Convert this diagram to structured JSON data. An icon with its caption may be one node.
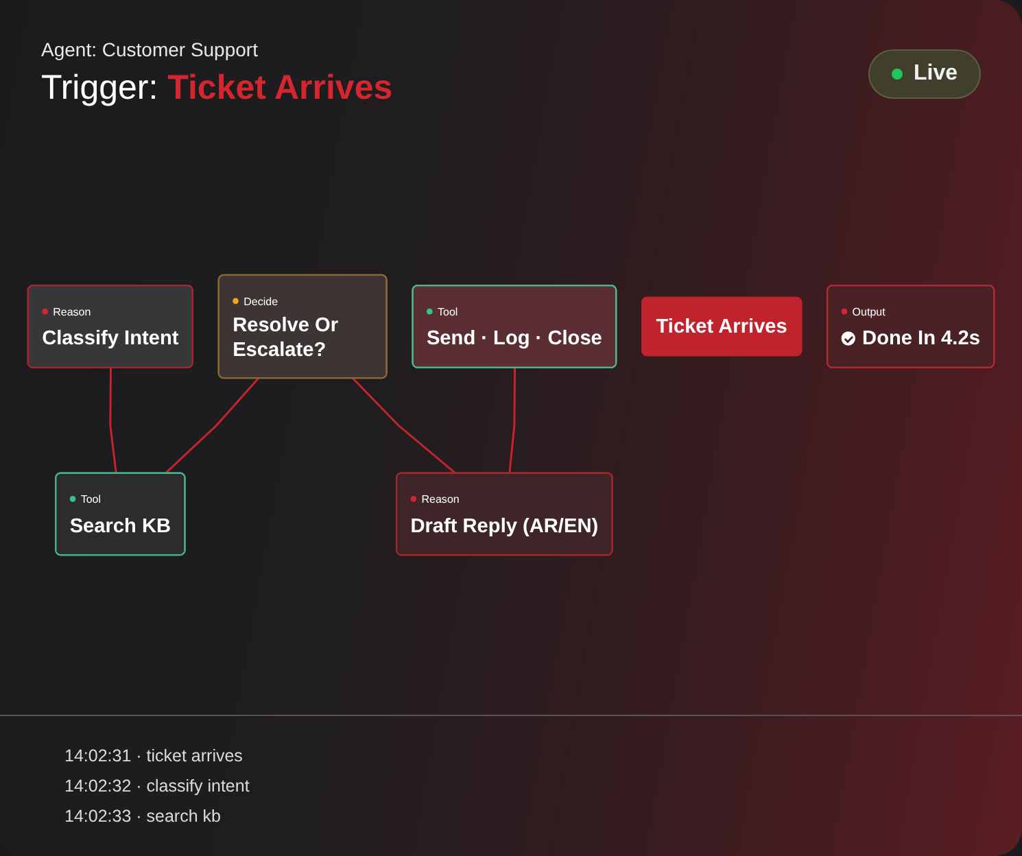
{
  "diagram": {
    "title": "Trigger: **Ticket Arrives**",
    "nodes": [
      {
        "text": [
          "Reason",
          "Classify Intent"
        ]
      },
      {
        "text": [
          "Decide",
          "Resolve Or Escalate?"
        ]
      },
      {
        "text": [
          "Tool",
          "Send · Log · Close"
        ]
      },
      {
        "text": [
          "Ticket Arrives"
        ]
      },
      {
        "text": [
          "Output",
          "Done In 4.2s"
        ]
      },
      {
        "text": [
          "Tool",
          "Search KB"
        ]
      },
      {
        "text": [
          "Reason",
          "Draft Reply (AR/EN)"
        ]
      }
    ],
    "edges": [
      {
        "from": 0,
        "to": 5,
        "arrow": "none"
      },
      {
        "from": 1,
        "to": 5,
        "arrow": "none"
      },
      {
        "from": 1,
        "to": 6,
        "arrow": "none"
      },
      {
        "from": 2,
        "to": 6,
        "arrow": "none"
      }
    ],
    "labels": [
      "Agent: Customer Support",
      "Live",
      "14:02:31 · ticket arrives",
      "14:02:32 · classify intent",
      "14:02:33 · search kb"
    ]
  }
}
